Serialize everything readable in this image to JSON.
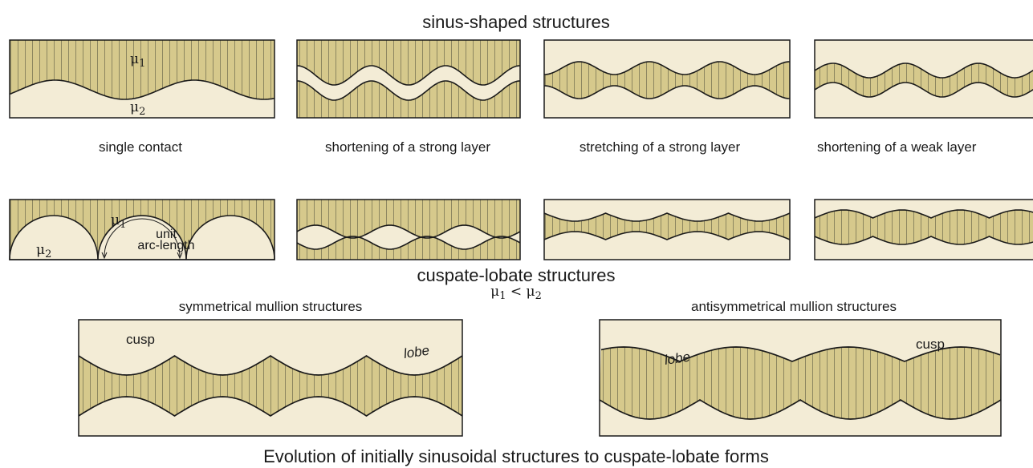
{
  "titles": {
    "top": "sinus-shaped structures",
    "middle": "cuspate-lobate structures",
    "bottom": "Evolution of initially sinusoidal structures to cuspate-lobate forms"
  },
  "conditions": {
    "condition_text": "μ₁ < μ₂"
  },
  "row1_captions": [
    "single contact",
    "shortening of a strong layer",
    "stretching of a strong layer",
    "shortening of a weak layer"
  ],
  "panel_labels": {
    "mu1": "μ",
    "mu1_sub": "1",
    "mu2": "μ",
    "mu2_sub": "2",
    "unit_label_1": "unit",
    "unit_label_2": "arc-length"
  },
  "mullion": {
    "symmetrical_title": "symmetrical mullion structures",
    "antisymmetrical_title": "antisymmetrical mullion structures",
    "cusp": "cusp",
    "lobe": "lobe"
  },
  "colors": {
    "strong_fill": "#d6c98c",
    "weak_fill": "#f3ecd6",
    "stroke": "#1a1a1a",
    "hatch": "#8c8660"
  }
}
